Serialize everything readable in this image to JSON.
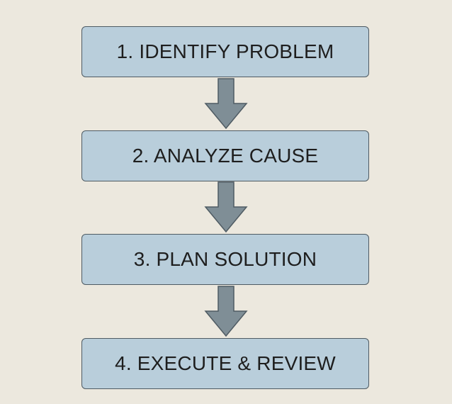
{
  "steps": [
    {
      "label": "1. IDENTIFY PROBLEM"
    },
    {
      "label": "2. ANALYZE CAUSE"
    },
    {
      "label": "3. PLAN SOLUTION"
    },
    {
      "label": "4. EXECUTE & REVIEW"
    }
  ],
  "connectors": [
    {
      "from": 1,
      "to": 2,
      "direction": "down"
    },
    {
      "from": 2,
      "to": 3,
      "direction": "down"
    },
    {
      "from": 3,
      "to": 4,
      "direction": "down"
    }
  ],
  "colors": {
    "background": "#ece8de",
    "box_fill": "#b9cedb",
    "box_border": "#4f5b63",
    "arrow_fill": "#7f8e96",
    "arrow_stroke": "#4f5b63",
    "text": "#1e1e1e"
  }
}
